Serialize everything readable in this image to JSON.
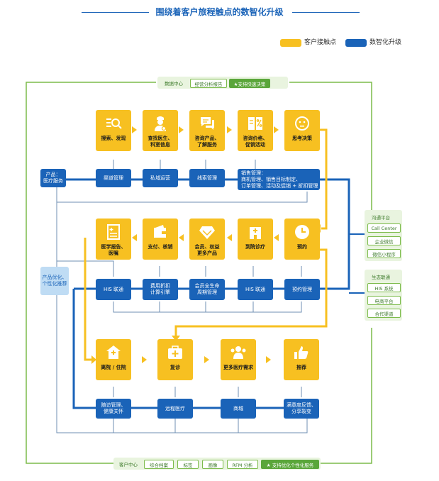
{
  "title": "围绕着客户旅程触点的数智化升级",
  "legend": {
    "touchpoint": "客户接触点",
    "digital": "数智化升级",
    "colors": {
      "touchpoint": "#f7c021",
      "digital": "#1a63b8"
    }
  },
  "top_bar": {
    "label": "数据中心",
    "tag1": "经营分析报告",
    "tag2": "★支持快速决策"
  },
  "bottom_bar": {
    "label": "客户中心",
    "tags": [
      "综合档案",
      "标签",
      "画像",
      "RFM 分析"
    ],
    "tag_solid": "★ 支持优化个性化服务"
  },
  "row1": [
    {
      "label": "搜索、发现",
      "icon": "search-icon"
    },
    {
      "label": "查找医生、\n科室信息",
      "icon": "doctor-icon"
    },
    {
      "label": "咨询产品、\n了解服务",
      "icon": "chat-icon"
    },
    {
      "label": "咨询价格、\n促销活动",
      "icon": "discount-icon"
    },
    {
      "label": "思考决策",
      "icon": "thinking-icon"
    }
  ],
  "row1_blue": {
    "product": "产品：\n医疗服务",
    "items": [
      "渠道管理",
      "私域运营",
      "线索管理"
    ],
    "sales": "销售管理：\n商机管理、销售目标制定、\n订单管理、活动及促销 + 折扣管理"
  },
  "row2": [
    {
      "label": "医学报告、\n医嘱",
      "icon": "report-icon"
    },
    {
      "label": "支付、核销",
      "icon": "wallet-icon"
    },
    {
      "label": "会员、权益\n更多产品",
      "icon": "diamond-icon"
    },
    {
      "label": "到院诊疗",
      "icon": "hospital-icon"
    },
    {
      "label": "预约",
      "icon": "clock-icon"
    }
  ],
  "row2_blue": [
    "HIS 联通",
    "费用折扣\n计算引擎",
    "会员全生命\n周期管理",
    "HIS 联通",
    "预约管理"
  ],
  "left_panel": "产品优化、\n个性化推荐",
  "row3": [
    {
      "label": "离院 / 住院",
      "icon": "home-icon"
    },
    {
      "label": "复诊",
      "icon": "medkit-icon"
    },
    {
      "label": "更多医疗需求",
      "icon": "people-icon"
    },
    {
      "label": "推荐",
      "icon": "thumbsup-icon"
    }
  ],
  "row3_blue": [
    "随访管理、\n健康关怀",
    "远程医疗",
    "商城",
    "满意度反馈、\n分享裂变"
  ],
  "right_panel1": {
    "title": "沟通平台",
    "items": [
      "Call Center",
      "企业微信",
      "微信小程序"
    ]
  },
  "right_panel2": {
    "title": "生态联通",
    "items": [
      "HIS 系统",
      "电商平台",
      "合作渠道"
    ]
  }
}
